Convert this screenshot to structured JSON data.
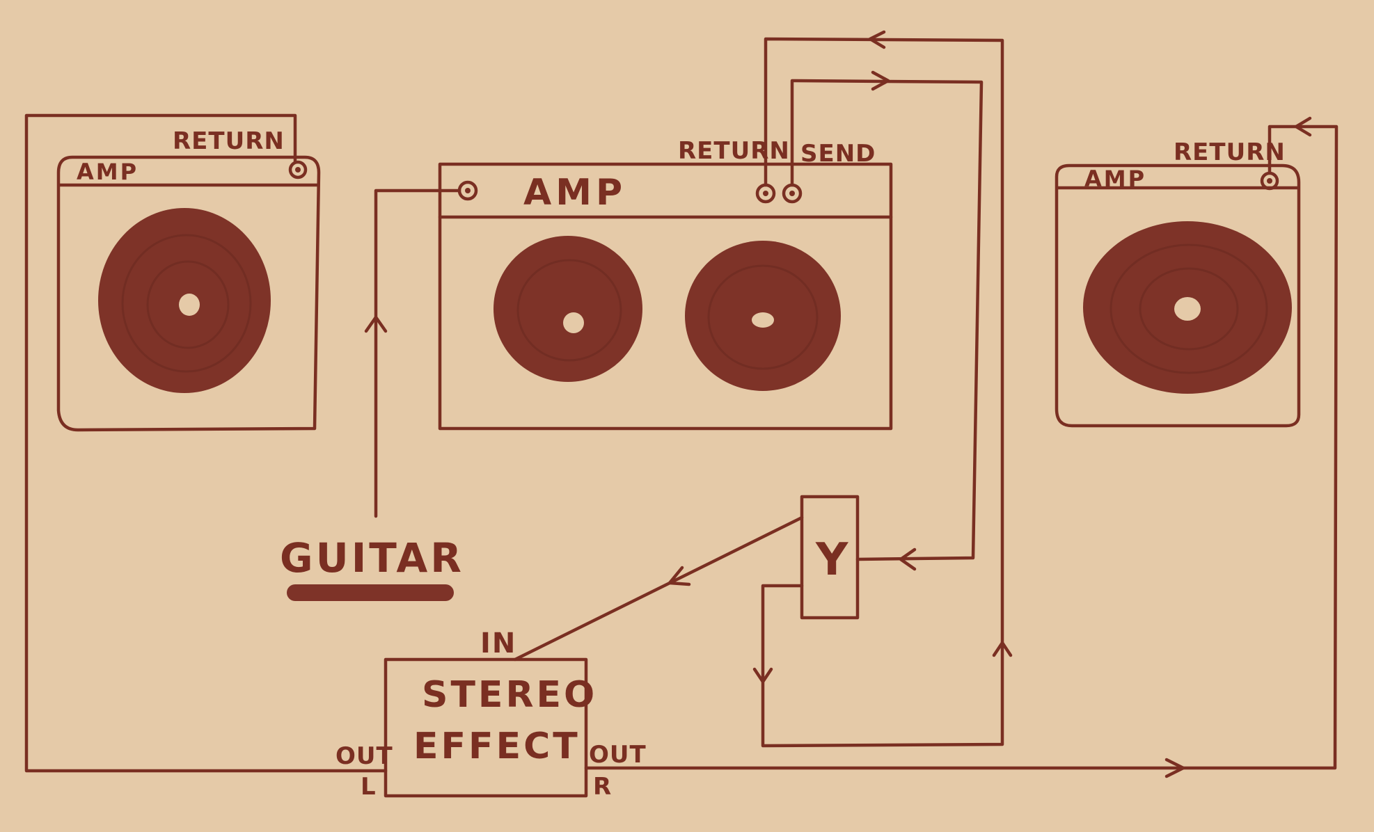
{
  "labels": {
    "left_amp_return": "RETURN",
    "left_amp_title": "AMP",
    "center_amp_title": "AMP",
    "center_amp_return": "RETURN",
    "center_amp_send": "SEND",
    "right_amp_return": "RETURN",
    "right_amp_title": "AMP",
    "guitar": "GUITAR",
    "effect_line1": "STEREO",
    "effect_line2": "EFFECT",
    "effect_in": "IN",
    "effect_out_left": "OUT",
    "effect_left_channel": "L",
    "effect_out_right": "OUT",
    "effect_right_channel": "R",
    "splitter": "Y"
  },
  "colors": {
    "paper": "#e5caa8",
    "ink": "#7a2f22"
  }
}
